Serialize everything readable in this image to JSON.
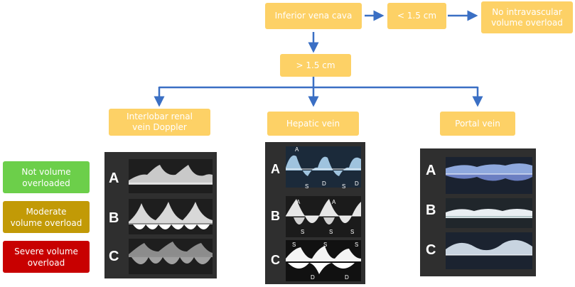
{
  "flow": {
    "ivc": "Inferior vena cava",
    "lt": "< 1.5 cm",
    "no_overload": "No intravascular\nvolume overload",
    "gt": "> 1.5 cm"
  },
  "veins": {
    "renal": "Interlobar renal\nvein Doppler",
    "hepatic": "Hepatic vein",
    "portal": "Portal vein"
  },
  "legend": [
    {
      "label": "Not volume\noverloaded",
      "color": "#6ccf4a"
    },
    {
      "label": "Moderate\nvolume overload",
      "color": "#c29a06"
    },
    {
      "label": "Severe volume\noverload",
      "color": "#c80000"
    }
  ],
  "panel_labels": [
    "A",
    "B",
    "C"
  ],
  "hepatic_wave_labels": {
    "a": [
      "A",
      "S",
      "D",
      "S",
      "D"
    ],
    "b": [
      "A",
      "A",
      "S",
      "S",
      "S"
    ],
    "c": [
      "S",
      "S",
      "S",
      "D",
      "D"
    ]
  },
  "colors": {
    "box_fill": "#fdd166",
    "arrow": "#3a6fc4",
    "panel_bg": "#2f2f2f"
  }
}
